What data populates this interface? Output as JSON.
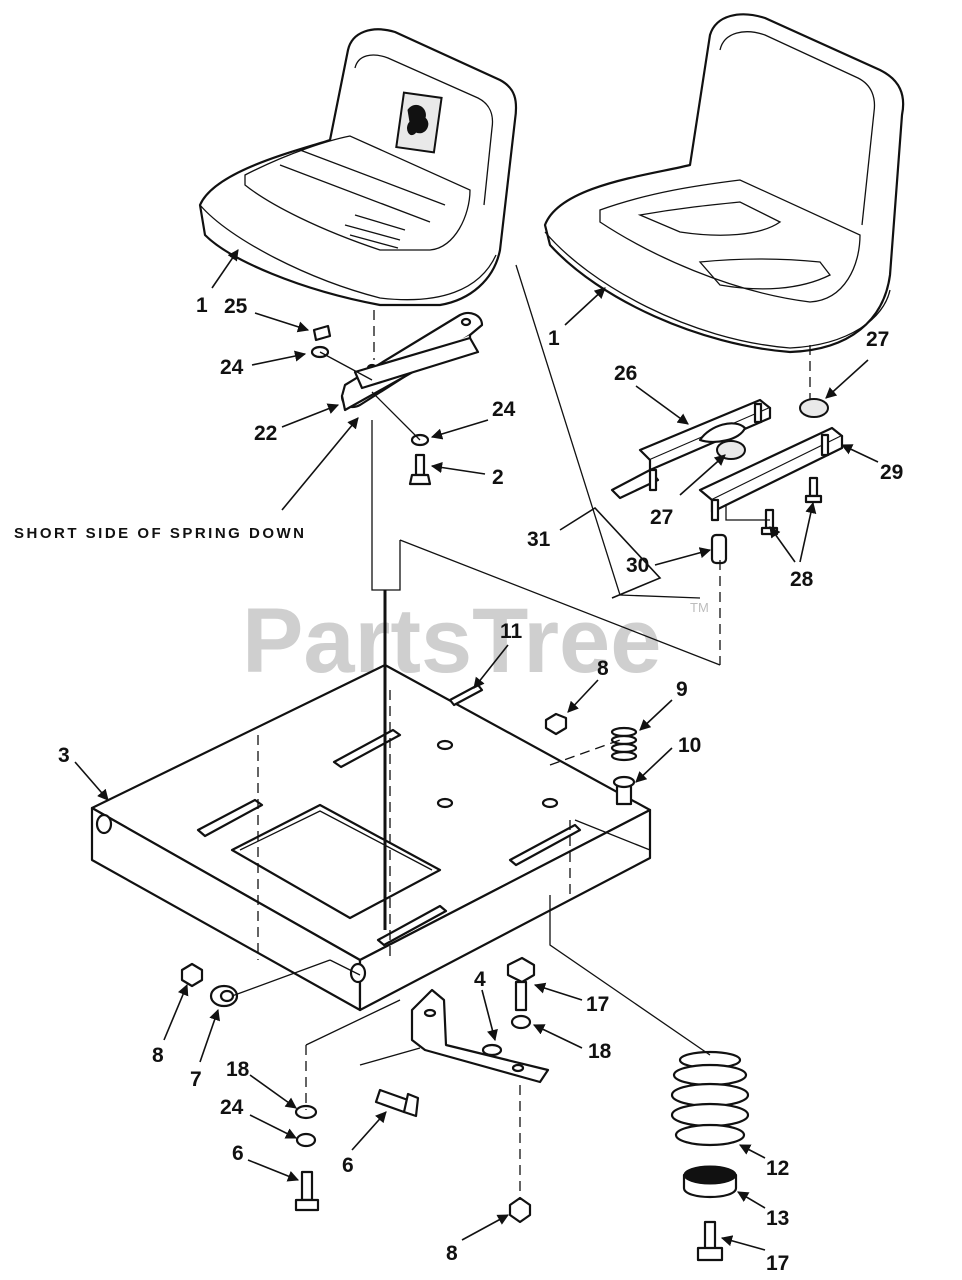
{
  "note": "SHORT SIDE OF SPRING DOWN",
  "watermark": "PartsTree",
  "trademark": "TM",
  "callouts": [
    {
      "id": "c1a",
      "label": "1"
    },
    {
      "id": "c25",
      "label": "25"
    },
    {
      "id": "c24a",
      "label": "24"
    },
    {
      "id": "c22",
      "label": "22"
    },
    {
      "id": "c24b",
      "label": "24"
    },
    {
      "id": "c2",
      "label": "2"
    },
    {
      "id": "c1b",
      "label": "1"
    },
    {
      "id": "c27a",
      "label": "27"
    },
    {
      "id": "c26",
      "label": "26"
    },
    {
      "id": "c29",
      "label": "29"
    },
    {
      "id": "c27b",
      "label": "27"
    },
    {
      "id": "c31",
      "label": "31"
    },
    {
      "id": "c30",
      "label": "30"
    },
    {
      "id": "c28",
      "label": "28"
    },
    {
      "id": "c11",
      "label": "11"
    },
    {
      "id": "c8a",
      "label": "8"
    },
    {
      "id": "c9",
      "label": "9"
    },
    {
      "id": "c10",
      "label": "10"
    },
    {
      "id": "c3",
      "label": "3"
    },
    {
      "id": "c4",
      "label": "4"
    },
    {
      "id": "c17a",
      "label": "17"
    },
    {
      "id": "c18a",
      "label": "18"
    },
    {
      "id": "c8b",
      "label": "8"
    },
    {
      "id": "c7",
      "label": "7"
    },
    {
      "id": "c18b",
      "label": "18"
    },
    {
      "id": "c24c",
      "label": "24"
    },
    {
      "id": "c6a",
      "label": "6"
    },
    {
      "id": "c6b",
      "label": "6"
    },
    {
      "id": "c12",
      "label": "12"
    },
    {
      "id": "c13",
      "label": "13"
    },
    {
      "id": "c8c",
      "label": "8"
    },
    {
      "id": "c17b",
      "label": "17"
    }
  ]
}
